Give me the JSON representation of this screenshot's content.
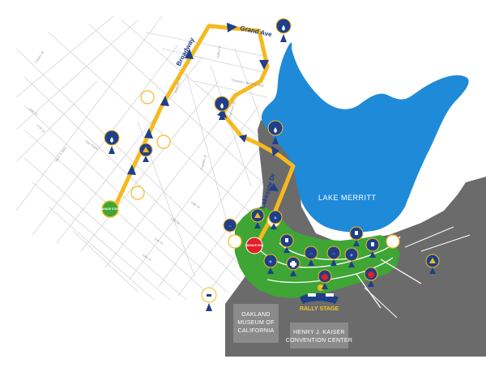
{
  "map": {
    "lake_label": "LAKE MERRITT",
    "buildings": [
      {
        "lines": [
          "OAKLAND",
          "MUSEUM OF",
          "CALIFORNIA"
        ]
      },
      {
        "lines": [
          "HENRY J. KAISER",
          "CONVENTION CENTER"
        ]
      }
    ],
    "route_labels": {
      "grand_ave": "Grand Ave",
      "broadway": "Broadway",
      "lakeside_dr": "Lakeside Dr"
    },
    "badges": {
      "parade_start": "PARADE START",
      "parade_end": "PARADE END",
      "rally_stage": "RALLY STAGE"
    },
    "colors": {
      "lake": "#1e8ad8",
      "park": "#3fa535",
      "paved": "#6b6b6b",
      "route": "#f6b91e",
      "marker": "#1f3f88",
      "marker_ring": "#f6b91e",
      "parade_end": "#e21f26"
    }
  }
}
